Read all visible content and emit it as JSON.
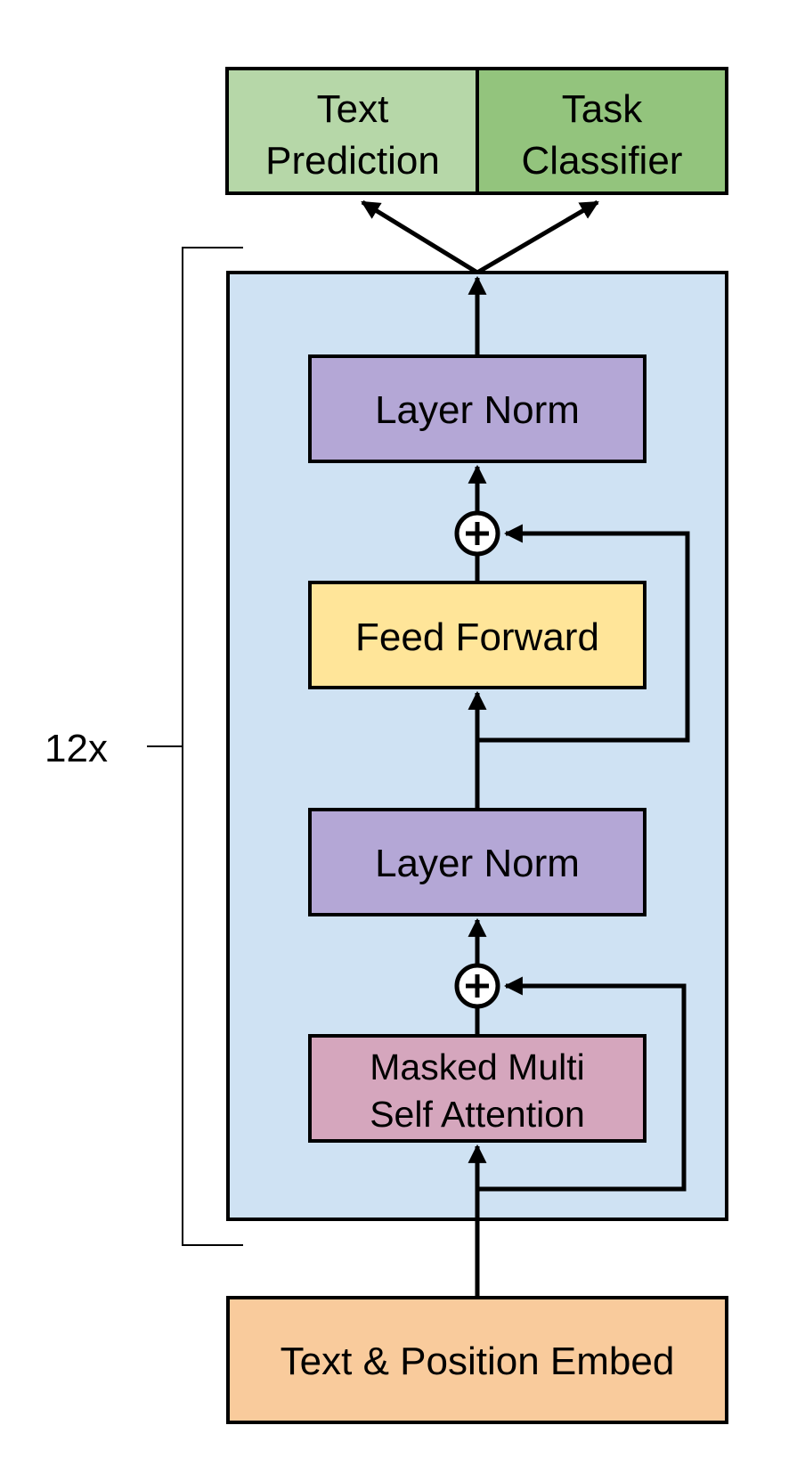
{
  "colors": {
    "text_prediction": "#b6d7a8",
    "task_classifier": "#93c47d",
    "block_background": "#cfe2f3",
    "layer_norm": "#b4a7d6",
    "feed_forward": "#ffe599",
    "attention": "#d5a6bd",
    "embed": "#f9cb9c",
    "stroke": "#000000"
  },
  "heads": {
    "text_prediction": {
      "line1": "Text",
      "line2": "Prediction"
    },
    "task_classifier": {
      "line1": "Task",
      "line2": "Classifier"
    }
  },
  "block": {
    "repeat_label": "12x",
    "layer_norm_top": "Layer Norm",
    "feed_forward": "Feed Forward",
    "layer_norm_bottom": "Layer Norm",
    "attention": {
      "line1": "Masked Multi",
      "line2": "Self Attention"
    }
  },
  "embed": "Text & Position Embed",
  "icons": {
    "add": "circled-plus-icon",
    "arrow": "arrowhead-icon"
  }
}
